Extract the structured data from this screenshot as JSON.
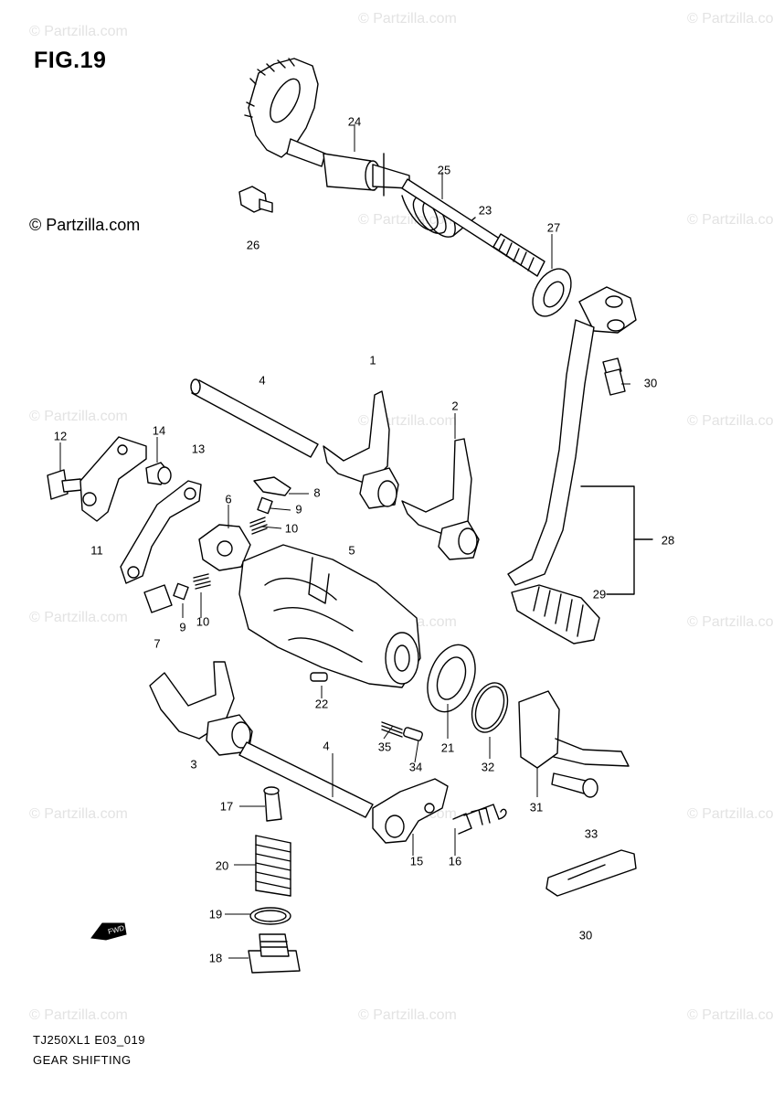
{
  "figure_title": "FIG.19",
  "copyright": "© Partzilla.com",
  "watermark": "© Partzilla.com",
  "diagram_code": "TJ250XL1 E03_019",
  "section_title": "GEAR SHIFTING",
  "front_arrow_label": "FWD",
  "callouts": [
    "1",
    "2",
    "3",
    "4",
    "4",
    "5",
    "6",
    "7",
    "8",
    "9",
    "9",
    "10",
    "10",
    "11",
    "12",
    "13",
    "14",
    "15",
    "16",
    "17",
    "18",
    "19",
    "20",
    "21",
    "22",
    "23",
    "24",
    "25",
    "26",
    "27",
    "28",
    "29",
    "30",
    "30",
    "31",
    "32",
    "33",
    "34",
    "35"
  ]
}
